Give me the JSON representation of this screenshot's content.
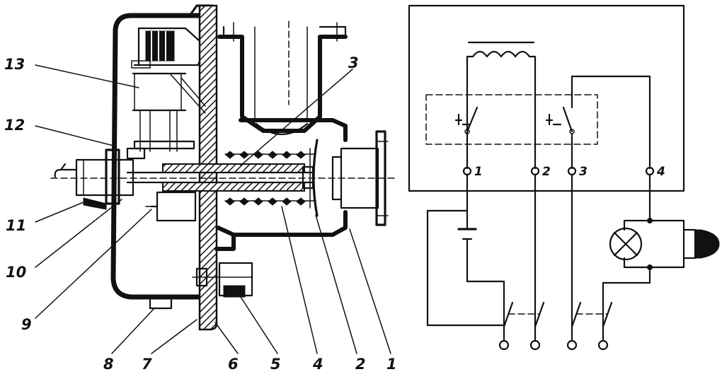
{
  "colors": {
    "ink": "#111111",
    "paper": "#ffffff"
  },
  "assembly": {
    "labels": [
      "13",
      "12",
      "11",
      "10",
      "9",
      "8",
      "7",
      "6",
      "5",
      "4",
      "2",
      "1",
      "3"
    ]
  },
  "circuit": {
    "terminals": [
      "1",
      "2",
      "3",
      "4"
    ]
  },
  "icons": {
    "lamp": "lamp-icon",
    "horn": "horn-icon",
    "coil": "coil-icon"
  }
}
